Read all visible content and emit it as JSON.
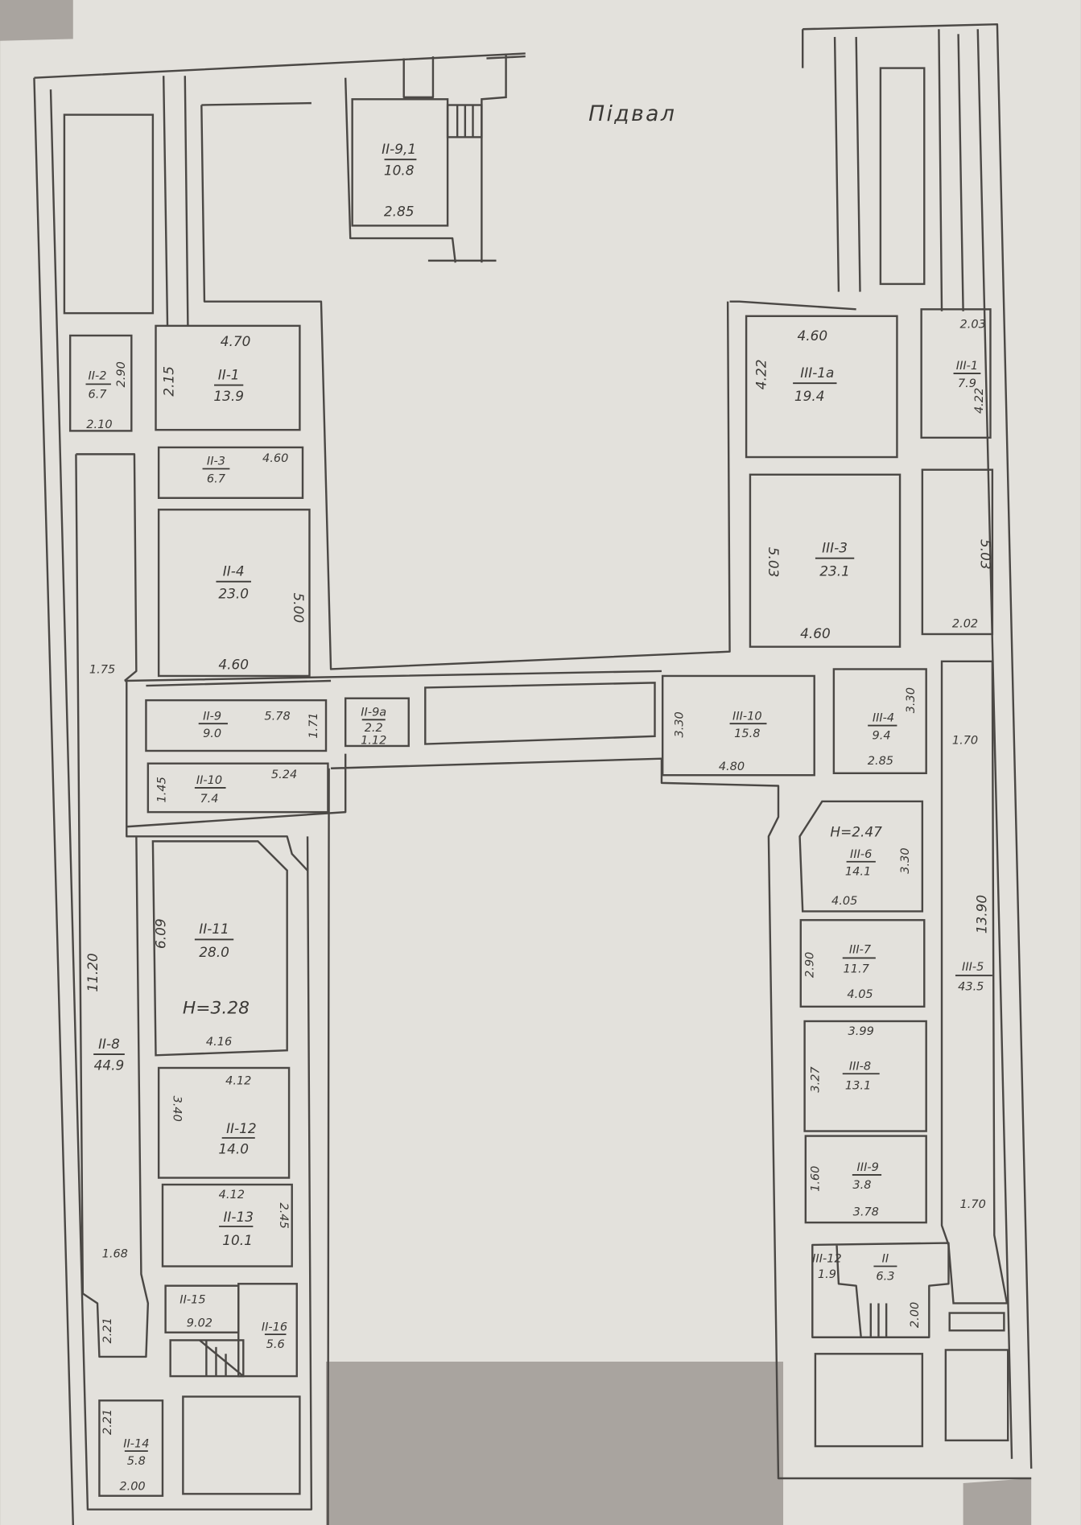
{
  "title": "Підвал",
  "colors": {
    "paper": "#e3e1dc",
    "background": "#a9a49f",
    "ink": "#4b4845"
  },
  "rooms": {
    "II_9_1": {
      "id": "II-9,1",
      "area": "10.8",
      "dims": [
        "2.85"
      ]
    },
    "II_2": {
      "id": "II-2",
      "area": "6.7",
      "dims": [
        "2.10",
        "2.90"
      ]
    },
    "II_1": {
      "id": "II-1",
      "area": "13.9",
      "dims": [
        "4.70",
        "2.15"
      ]
    },
    "II_3": {
      "id": "II-3",
      "area": "6.7",
      "dims": [
        "4.60"
      ]
    },
    "II_4": {
      "id": "II-4",
      "area": "23.0",
      "dims": [
        "5.00",
        "4.60"
      ]
    },
    "II_8": {
      "id": "II-8",
      "area": "44.9",
      "dims": [
        "1.75",
        "11.20",
        "1.68",
        "2.21"
      ]
    },
    "II_9": {
      "id": "II-9",
      "area": "9.0",
      "dims": [
        "5.78",
        "1.71"
      ]
    },
    "II_9a": {
      "id": "II-9a",
      "area": "2.2",
      "dims": [
        "1.12"
      ]
    },
    "II_10": {
      "id": "II-10",
      "area": "7.4",
      "dims": [
        "1.45",
        "5.24"
      ]
    },
    "II_11": {
      "id": "II-11",
      "area": "28.0",
      "dims": [
        "6.09",
        "H=3.28",
        "4.16"
      ]
    },
    "II_12": {
      "id": "II-12",
      "area": "14.0",
      "dims": [
        "4.12",
        "3.40"
      ]
    },
    "II_13": {
      "id": "II-13",
      "area": "10.1",
      "dims": [
        "4.12",
        "2.45"
      ]
    },
    "II_15": {
      "id": "II-15",
      "area": "9.02"
    },
    "II_16": {
      "id": "II-16",
      "area": "5.6"
    },
    "II_14": {
      "id": "II-14",
      "area": "5.8",
      "dims": [
        "2.21",
        "2.00"
      ]
    },
    "III_1a": {
      "id": "III-1a",
      "area": "19.4",
      "dims": [
        "4.60",
        "4.22"
      ]
    },
    "III_1": {
      "id": "III-1",
      "area": "7.9",
      "dims": [
        "2.03",
        "4.22"
      ]
    },
    "III_3": {
      "id": "III-3",
      "area": "23.1",
      "dims": [
        "5.03",
        "4.60"
      ]
    },
    "III_corr": {
      "dims": [
        "5.03",
        "2.02"
      ]
    },
    "III_10": {
      "id": "III-10",
      "area": "15.8",
      "dims": [
        "3.30",
        "4.80"
      ]
    },
    "III_4": {
      "id": "III-4",
      "area": "9.4",
      "dims": [
        "3.30",
        "2.85"
      ]
    },
    "III_6": {
      "id": "III-6",
      "area": "14.1",
      "dims": [
        "H=2.47",
        "3.30",
        "4.05"
      ]
    },
    "III_7": {
      "id": "III-7",
      "area": "11.7",
      "dims": [
        "2.90",
        "4.05"
      ]
    },
    "III_8": {
      "id": "III-8",
      "area": "13.1",
      "dims": [
        "3.99",
        "3.27"
      ]
    },
    "III_9": {
      "id": "III-9",
      "area": "3.8",
      "dims": [
        "1.60",
        "3.78"
      ]
    },
    "III_5": {
      "id": "III-5",
      "area": "43.5",
      "dims": [
        "13.90",
        "1.70",
        "1.70"
      ]
    },
    "III_12": {
      "id": "III-12",
      "area": "1.9"
    },
    "III_11": {
      "id": "II",
      "area": "6.3",
      "dims": [
        "2.00"
      ]
    }
  }
}
